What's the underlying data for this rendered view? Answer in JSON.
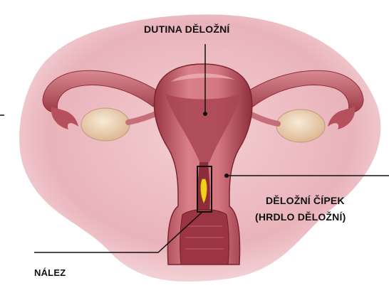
{
  "labels": {
    "cavity": "DUTINA DĚLOŽNÍ",
    "cervix_line1": "DĚLOŽNÍ ČÍPEK",
    "cervix_line2": "(HRDLO DĚLOŽNÍ)",
    "finding": "NÁLEZ"
  },
  "colors": {
    "background_blob": "#e9b3ba",
    "tissue": "#c96a72",
    "tissue_dark": "#8f2e3a",
    "ovary": "#f0d6b6",
    "finding_marker": "#f2d21a",
    "leader_line": "#111111"
  }
}
